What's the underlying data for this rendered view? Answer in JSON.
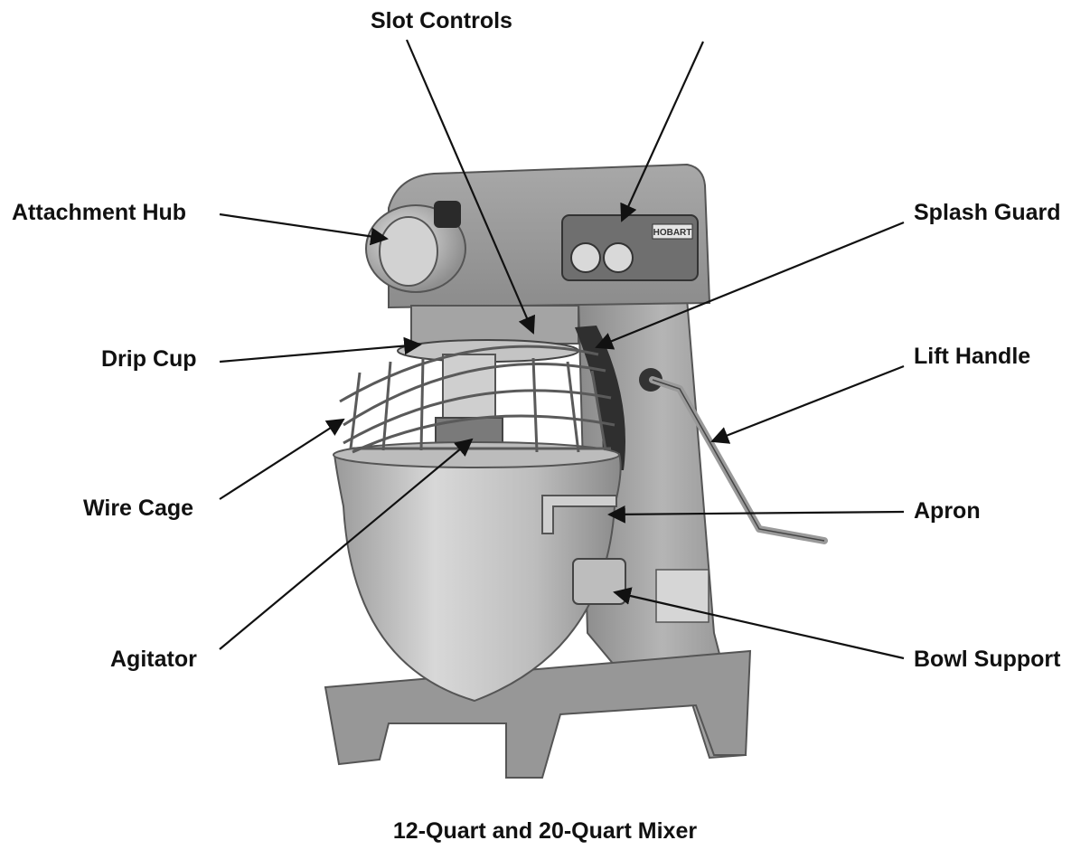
{
  "callouts": {
    "slot_controls": "Slot Controls",
    "attachment_hub": "Attachment Hub",
    "drip_cup": "Drip Cup",
    "wire_cage": "Wire Cage",
    "agitator": "Agitator",
    "splash_guard": "Splash Guard",
    "lift_handle": "Lift Handle",
    "apron": "Apron",
    "bowl_support": "Bowl Support"
  },
  "brand_plate": "HOBART",
  "caption": "12-Quart and 20-Quart Mixer"
}
